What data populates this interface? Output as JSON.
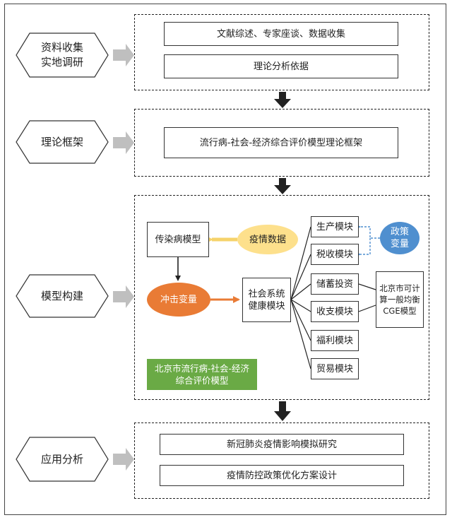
{
  "colors": {
    "orange": "#e97b35",
    "yellow_ellipse": "#fde08c",
    "yellow_arrow": "#f6d36b",
    "blue": "#4f8fcf",
    "green": "#6aaa45",
    "gray_arrow": "#bfbfbf",
    "dark_arrow": "#222222"
  },
  "stages": [
    {
      "label": "资料收集\n实地调研",
      "boxes": [
        "文献综述、专家座谈、数据收集",
        "理论分析依据"
      ]
    },
    {
      "label": "理论框架",
      "boxes": [
        "流行病-社会-经济综合评价模型理论框架"
      ]
    },
    {
      "label": "模型构建",
      "boxes": []
    },
    {
      "label": "应用分析",
      "boxes": [
        "新冠肺炎疫情影响模拟研究",
        "疫情防控政策优化方案设计"
      ]
    }
  ],
  "model": {
    "epidemic_model": "传染病模型",
    "epidemic_data": "疫情数据",
    "shock_variable": "冲击变量",
    "social_system": "社会系统\n健康模块",
    "policy_variable": "政策\n变量",
    "cge_model": "北京市可计\n算一般均衡\nCGE模型",
    "green_label": "北京市流行病-社会-经济\n综合评价模型",
    "modules": [
      "生产模块",
      "税收模块",
      "储蓄投资",
      "收支模块",
      "福利模块",
      "贸易模块"
    ]
  }
}
